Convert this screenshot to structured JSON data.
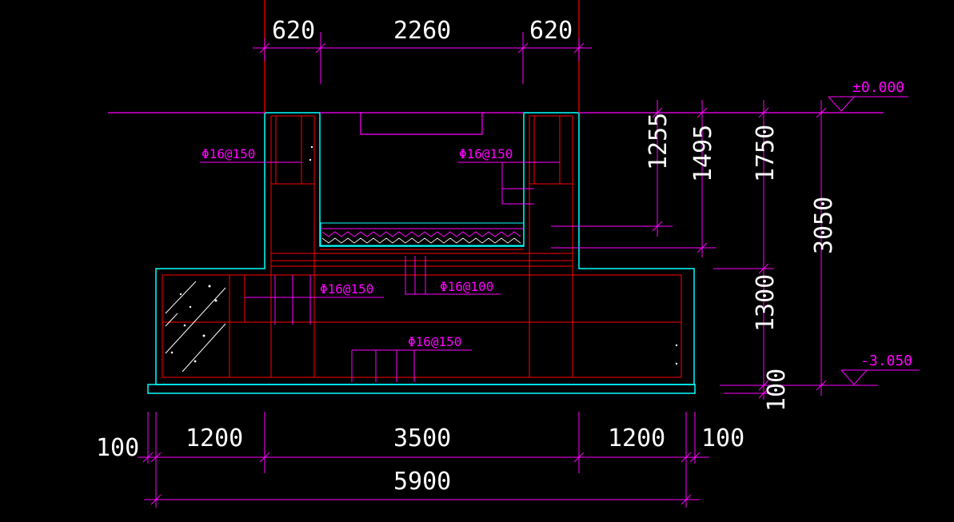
{
  "colors": {
    "background": "#000000",
    "dimension": "#ff00ff",
    "outline": "#00ffff",
    "rebar": "#ff0000",
    "text": "#ffffff",
    "rebar_label": "#ff00ff"
  },
  "dimensions_top": {
    "d1": "620",
    "d2": "2260",
    "d3": "620"
  },
  "dimensions_bottom": {
    "d100_left": "100",
    "d1200_left": "1200",
    "d3500": "3500",
    "d1200_right": "1200",
    "d100_right": "100",
    "d_total": "5900"
  },
  "dimensions_right": {
    "d1255": "1255",
    "d1495": "1495",
    "d1750": "1750",
    "d1300": "1300",
    "d3050": "3050",
    "d100": "100"
  },
  "elevations": {
    "top": "±0.000",
    "bottom": "-3.050"
  },
  "rebar_labels": {
    "left_wall": "Φ16@150",
    "right_wall": "Φ16@150",
    "slab_mid_left": "Φ16@150",
    "slab_mid_right": "Φ16@100",
    "slab_bottom": "Φ16@150"
  }
}
